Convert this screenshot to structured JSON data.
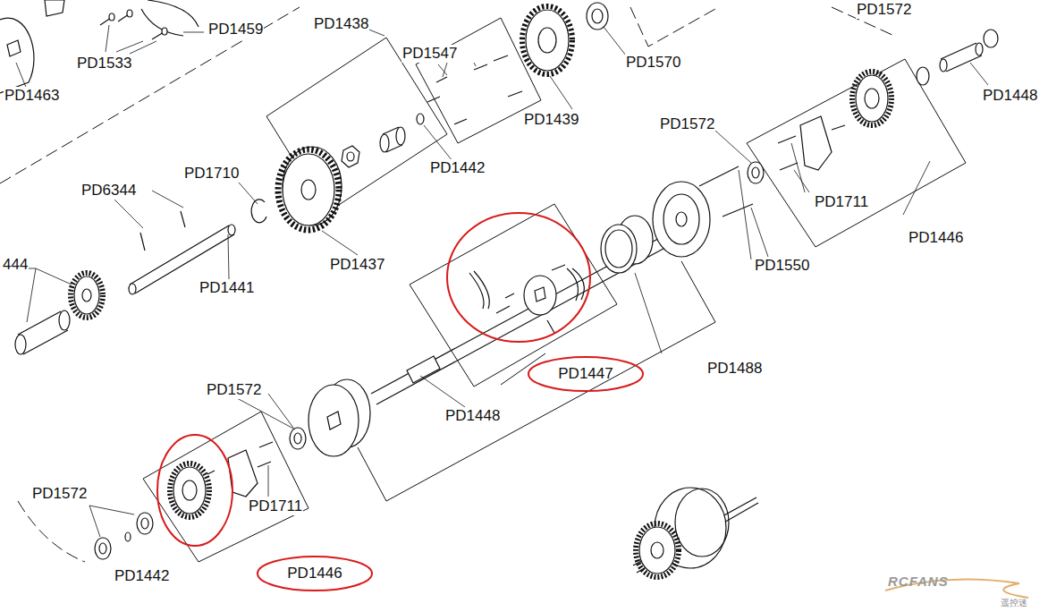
{
  "diagram": {
    "nodes": [
      {
        "text": [
          "PD1447"
        ]
      },
      {
        "text": [
          "PD1446"
        ]
      }
    ],
    "labels": [
      "PD1572",
      "PD1459",
      "PD1438",
      "PD1570",
      "PD1533",
      "PD1547",
      "PD1448",
      "PD1463",
      "PD1439",
      "PD1572",
      "PD1442",
      "PD1710",
      "PD6344",
      "PD1711",
      "PD1446",
      "PD1437",
      "444",
      "PD1550",
      "PD1441",
      "PD1488",
      "PD1572",
      "PD1448",
      "PD1572",
      "PD1711",
      "PD1442",
      "RCFANS",
      "遥控迷"
    ]
  }
}
